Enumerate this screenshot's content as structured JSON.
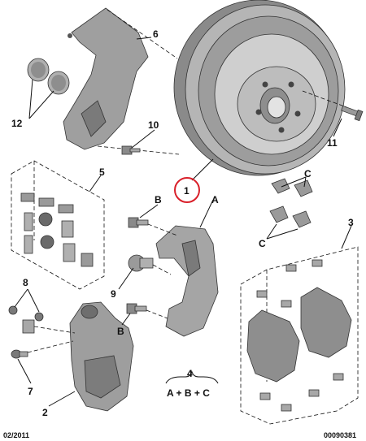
{
  "labels": {
    "disc": "1",
    "caliper": "2",
    "pad_kit": "3",
    "pad_kit_composition": "A + B + C",
    "guide_kit": "5",
    "dust_shield": "6",
    "bleed_screw": "7",
    "caliper_bolts": "8",
    "carrier_bolt": "9",
    "shield_bolt": "10",
    "disc_bolt": "11",
    "plugs": "12",
    "carrier": "A",
    "bolt_b_top": "B",
    "bolt_b_bottom": "B",
    "clips": "C",
    "pad_kit_total": "4",
    "clips_left": "C"
  },
  "footer": {
    "date": "02/2011",
    "ref": "00090381"
  },
  "colors": {
    "part_fill": "#9a9a9a",
    "part_dark": "#6f6f6f",
    "part_light": "#c8c8c8",
    "highlight": "#d9202a",
    "line": "#111111"
  }
}
